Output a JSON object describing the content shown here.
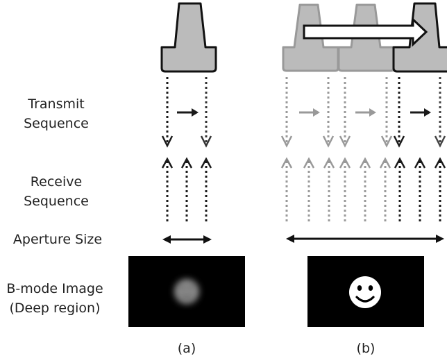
{
  "labels": {
    "transmit": [
      "Transmit",
      "Sequence"
    ],
    "receive": [
      "Receive",
      "Sequence"
    ],
    "aperture": "Aperture Size",
    "bmode": [
      "B-mode Image",
      "(Deep region)"
    ]
  },
  "panels": {
    "a": "(a)",
    "b": "(b)"
  },
  "colors": {
    "active": "#1a1a1a",
    "inactive": "#999999",
    "transducer_fill": "#bbbbbb",
    "image_bg": "#000000",
    "smiley": "#ffffff"
  },
  "icons": [
    "transducer-icon",
    "sweep-arrow-icon",
    "smiley-face-icon",
    "blurred-smiley-icon"
  ]
}
